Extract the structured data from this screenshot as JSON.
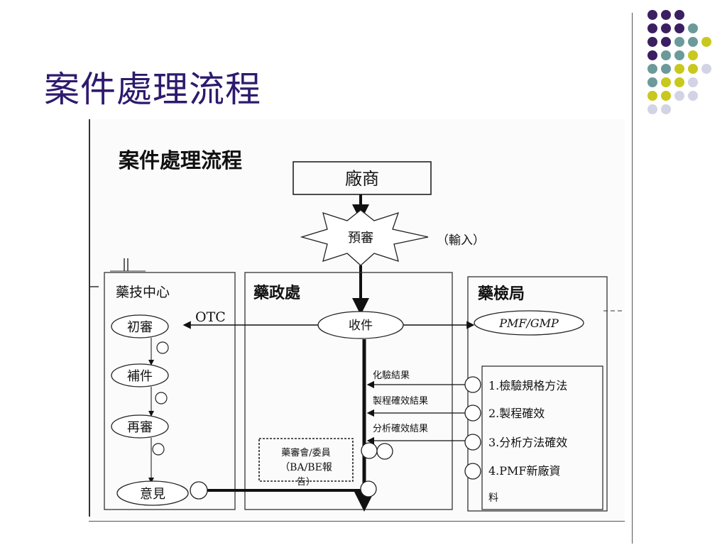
{
  "slide": {
    "title": "案件處理流程"
  },
  "colors": {
    "title": "#2e1a6e",
    "dot_purple": "#3b1f62",
    "dot_teal": "#6c9a9a",
    "dot_yellow": "#c8c81e",
    "dot_lavender": "#d3d3e6"
  },
  "decoration": {
    "dot_pattern": [
      [
        "purple",
        "purple",
        "purple",
        null,
        null
      ],
      [
        "purple",
        "purple",
        "purple",
        "teal",
        null
      ],
      [
        "purple",
        "purple",
        "teal",
        "teal",
        "yellow"
      ],
      [
        "purple",
        "teal",
        "teal",
        "yellow",
        null
      ],
      [
        "teal",
        "teal",
        "yellow",
        "yellow",
        "lavender"
      ],
      [
        "teal",
        "yellow",
        "yellow",
        "lavender",
        null
      ],
      [
        "yellow",
        "yellow",
        "lavender",
        "lavender",
        null
      ],
      [
        "lavender",
        "lavender",
        null,
        null,
        null
      ]
    ]
  },
  "diagram": {
    "title": "案件處理流程",
    "manufacturer": "廠商",
    "pre_review": "預審",
    "input_note": "（輸入）",
    "columns": {
      "tech_center": "藥技中心",
      "pharma_admin": "藥政處",
      "drug_inspection": "藥檢局"
    },
    "tech_center_steps": [
      "初審",
      "補件",
      "再審",
      "意見"
    ],
    "otc_label": "OTC",
    "receive": "收件",
    "pmf_gmp": "PMF/GMP",
    "results": [
      "化驗結果",
      "製程確效結果",
      "分析確效結果"
    ],
    "inspection_items": [
      "1.檢驗規格方法",
      "2.製程確效",
      "3.分析方法確效",
      "4.PMF新廠資",
      "料"
    ],
    "committee": [
      "藥審會/委員",
      "（BA/BE報",
      "告）"
    ]
  }
}
